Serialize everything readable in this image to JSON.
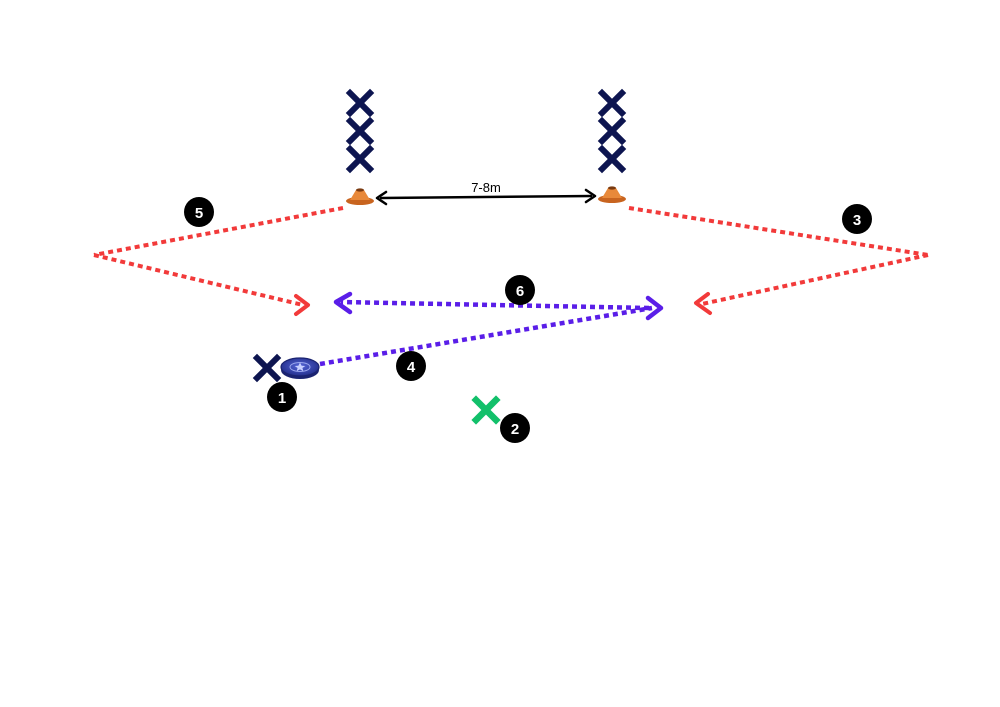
{
  "distance_label": "7-8m",
  "markers": [
    "1",
    "2",
    "3",
    "4",
    "5",
    "6"
  ],
  "colors": {
    "player": "#0d1550",
    "defender": "#12c06a",
    "run": "#f23a3a",
    "pass": "#5a1ee8",
    "cone": "#e07a2c",
    "disc": "#2f3fa8",
    "marker_bg": "#000000",
    "measure": "#000000"
  },
  "icons": [
    "player-x-icon",
    "cone-icon",
    "disc-icon",
    "arrowhead-icon"
  ]
}
